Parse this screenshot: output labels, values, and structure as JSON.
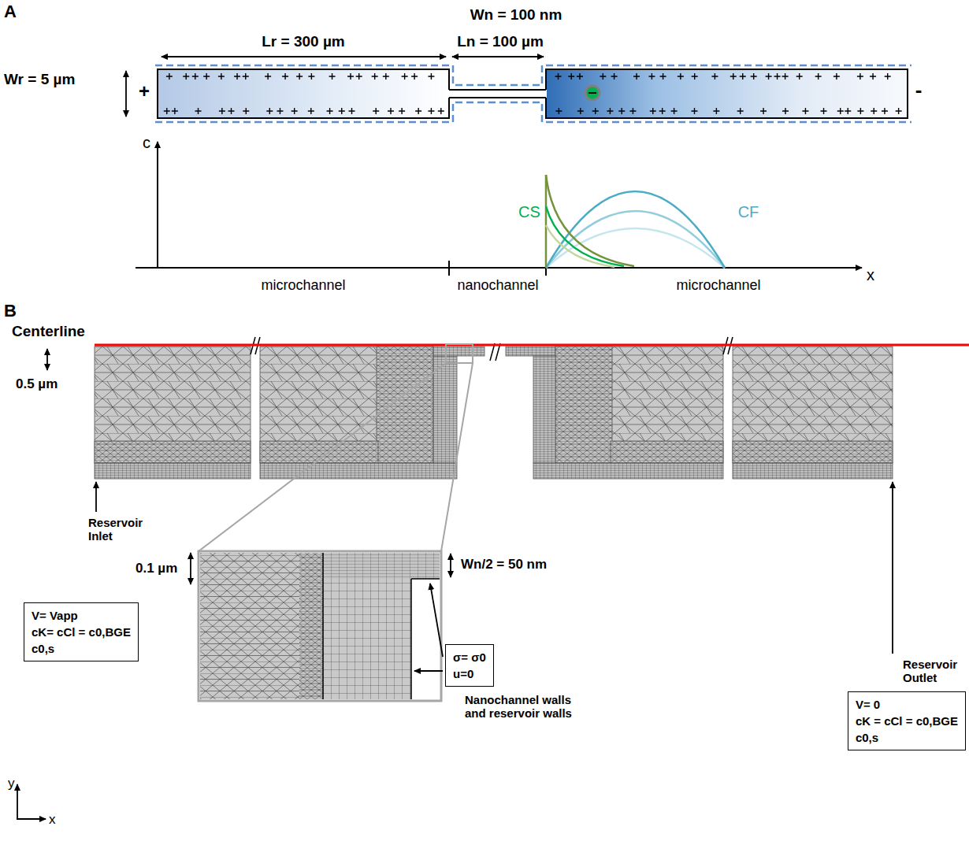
{
  "diagram": {
    "nodes": [
      {
        "text": [
          "V= Vapp",
          "cK= cCl = c0,BGE",
          "c0,s"
        ]
      },
      {
        "text": [
          "σ= σ0",
          "u=0"
        ]
      },
      {
        "text": [
          "V= 0",
          "cK = cCl = c0,BGE",
          "c0,s"
        ]
      }
    ],
    "labels": [
      "A",
      "Wn = 100 nm",
      "Lr = 300 µm",
      "Ln = 100 µm",
      "Wr = 5 µm",
      "+",
      "-",
      "c",
      "CS",
      "CF",
      "x",
      "microchannel",
      "nanochannel",
      "microchannel",
      "B",
      "Centerline",
      "0.5 µm",
      "0.1 µm",
      "Wn/2 = 50 nm",
      "Reservoir Inlet",
      "Reservoir Outlet",
      "Nanochannel walls and reservoir walls",
      "y",
      "x"
    ]
  }
}
